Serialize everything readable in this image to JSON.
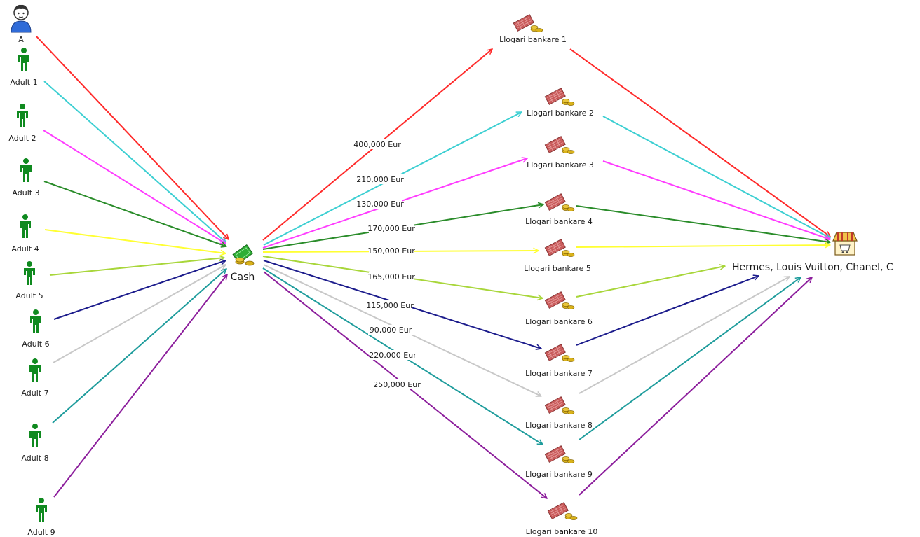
{
  "nodes": {
    "person_a": {
      "label": "A"
    },
    "adults": [
      {
        "label": "Adult 1"
      },
      {
        "label": "Adult 2"
      },
      {
        "label": "Adult 3"
      },
      {
        "label": "Adult 4"
      },
      {
        "label": "Adult 5"
      },
      {
        "label": "Adult 6"
      },
      {
        "label": "Adult 7"
      },
      {
        "label": "Adult 8"
      },
      {
        "label": "Adult 9"
      }
    ],
    "cash": {
      "label": "Cash"
    },
    "accounts": [
      {
        "label": "Llogari bankare 1",
        "amount": "400,000 Eur"
      },
      {
        "label": "Llogari bankare 2",
        "amount": "210,000 Eur"
      },
      {
        "label": "Llogari bankare 3",
        "amount": "130,000 Eur"
      },
      {
        "label": "Llogari bankare 4",
        "amount": "170,000 Eur"
      },
      {
        "label": "Llogari bankare 5",
        "amount": "150,000 Eur"
      },
      {
        "label": "Llogari bankare 6",
        "amount": "165,000 Eur"
      },
      {
        "label": "Llogari bankare 7",
        "amount": "115,000 Eur"
      },
      {
        "label": "Llogari bankare 8",
        "amount": "90,000 Eur"
      },
      {
        "label": "Llogari bankare 9",
        "amount": "220,000 Eur"
      },
      {
        "label": "Llogari bankare 10",
        "amount": "250,000 Eur"
      }
    ],
    "store": {
      "label": "Hermes, Louis Vuitton, Chanel, C"
    }
  },
  "colors": {
    "flow": [
      "#ff2a2a",
      "#3ccfd2",
      "#ff3cff",
      "#2a8c2a",
      "#ffff33",
      "#a8d63a",
      "#1c1c8c",
      "#c8c8c8",
      "#1e9c9c",
      "#8c1e9c"
    ],
    "person_icon": "#0f8a1f",
    "account_icon": "#c85a5a",
    "coin": "#d9b21a",
    "cash_icon": "#2fae35"
  }
}
